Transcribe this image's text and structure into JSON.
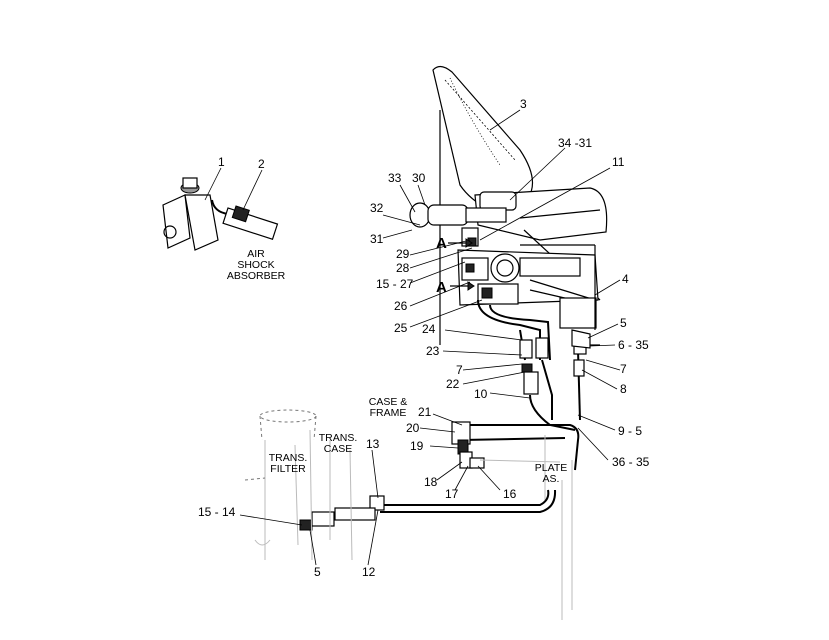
{
  "callouts": {
    "c1": "1",
    "c2": "2",
    "c3": "3",
    "c34_31": "34  -31",
    "c11": "11",
    "c33": "33",
    "c30": "30",
    "c32": "32",
    "c31": "31",
    "c29": "29",
    "c28": "28",
    "c15_27": "15 - 27",
    "c26": "26",
    "c25": "25",
    "c24": "24",
    "c23": "23",
    "c7a": "7",
    "c22": "22",
    "c10": "10",
    "c4": "4",
    "c5a": "5",
    "c6_35": "6 - 35",
    "c7b": "7",
    "c8": "8",
    "c21": "21",
    "c20": "20",
    "c19": "19",
    "c18": "18",
    "c17": "17",
    "c16": "16",
    "c9_5": "9 - 5",
    "c36_35": "36  - 35",
    "c13": "13",
    "c12": "12",
    "c15_14": "15 - 14",
    "c5b": "5",
    "ref_a1": "A",
    "ref_a2": "A"
  },
  "captions": {
    "air1": "AIR",
    "air2": "SHOCK",
    "air3": "ABSORBER",
    "case1": "CASE &",
    "case2": "FRAME",
    "trans_case1": "TRANS.",
    "trans_case2": "CASE",
    "trans_filter1": "TRANS.",
    "trans_filter2": "FILTER",
    "plate1": "PLATE",
    "plate2": "AS."
  }
}
